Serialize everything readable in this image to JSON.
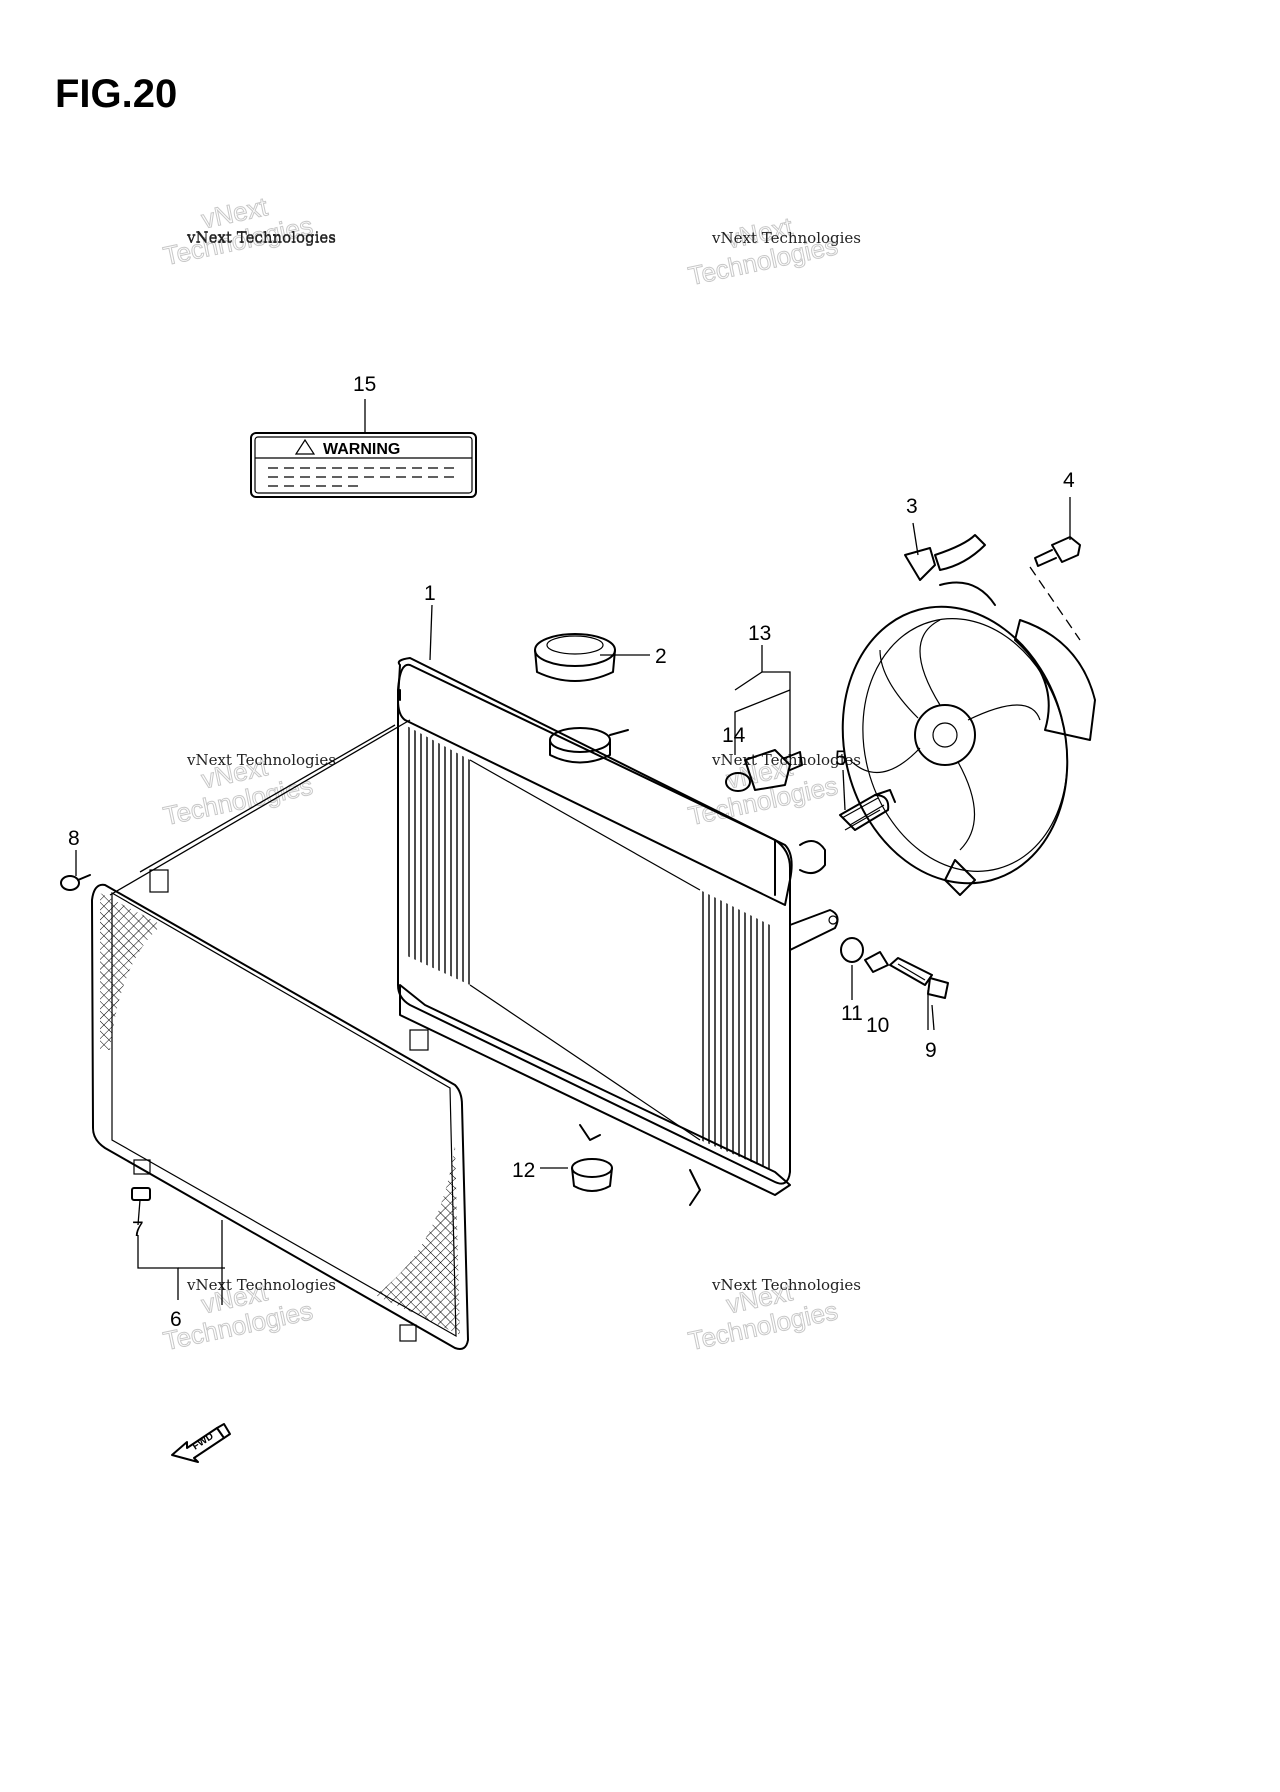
{
  "figure": {
    "title": "FIG.20"
  },
  "warning_label": {
    "text": "WARNING"
  },
  "fwd_arrow": {
    "text": "FWD"
  },
  "watermark": {
    "line1": "vNext Technologies",
    "line2": "vNext",
    "line3": "Technologies"
  },
  "callouts": [
    {
      "id": "1",
      "label": "1"
    },
    {
      "id": "2",
      "label": "2"
    },
    {
      "id": "3",
      "label": "3"
    },
    {
      "id": "4",
      "label": "4"
    },
    {
      "id": "5",
      "label": "5"
    },
    {
      "id": "6",
      "label": "6"
    },
    {
      "id": "7",
      "label": "7"
    },
    {
      "id": "8",
      "label": "8"
    },
    {
      "id": "9",
      "label": "9"
    },
    {
      "id": "10",
      "label": "10"
    },
    {
      "id": "11",
      "label": "11"
    },
    {
      "id": "12",
      "label": "12"
    },
    {
      "id": "13",
      "label": "13"
    },
    {
      "id": "14",
      "label": "14"
    },
    {
      "id": "15",
      "label": "15"
    }
  ]
}
